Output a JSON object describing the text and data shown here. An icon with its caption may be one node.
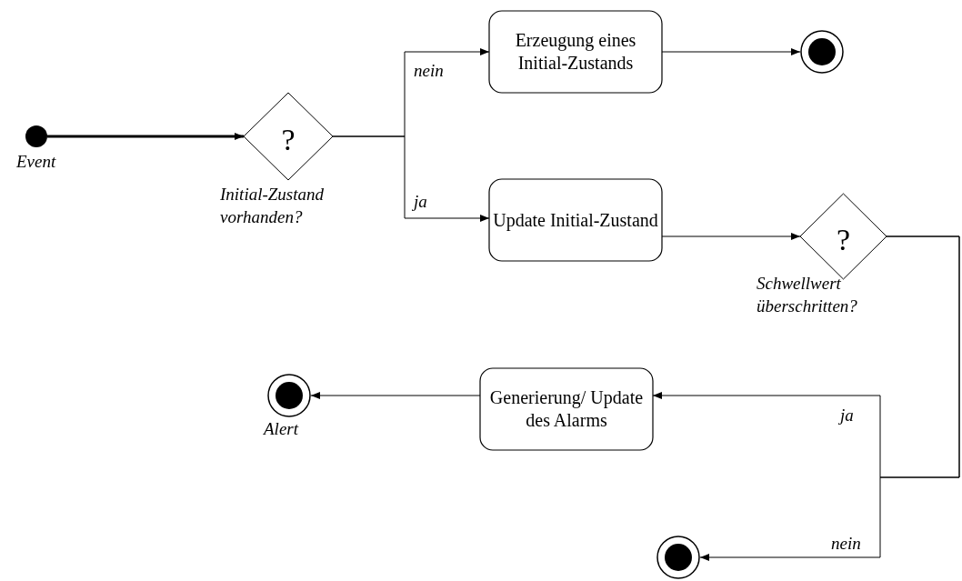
{
  "diagram": {
    "nodes": [
      {
        "text": [],
        "shape": "circle",
        "beside": [
          "Event"
        ]
      },
      {
        "text": [
          "?"
        ],
        "beside": [
          "Initial-Zustand vorhanden?"
        ]
      },
      {
        "text": [
          "Erzeugung eines Initial-Zustands"
        ]
      },
      {
        "text": [],
        "shape": "circle"
      },
      {
        "text": [
          "Update Initial-Zustand"
        ]
      },
      {
        "text": [
          "?"
        ],
        "beside": [
          "Schwellwert überschritten?"
        ]
      },
      {
        "text": [
          "Generierung/ Update des Alarms"
        ]
      },
      {
        "text": [],
        "shape": "circle",
        "beside": [
          "Alert"
        ]
      },
      {
        "text": [],
        "shape": "circle"
      }
    ],
    "edges": [
      {
        "from": 0,
        "to": 1,
        "arrow": "to",
        "style": "thick"
      },
      {
        "from": 1,
        "to": 2,
        "arrow": "to",
        "label": "nein"
      },
      {
        "from": 1,
        "to": 4,
        "arrow": "to",
        "label": "ja"
      },
      {
        "from": 2,
        "to": 3,
        "arrow": "to"
      },
      {
        "from": 4,
        "to": 5,
        "arrow": "to"
      },
      {
        "from": 5,
        "to": 6,
        "arrow": "to",
        "label": "ja"
      },
      {
        "from": 5,
        "to": 8,
        "arrow": "to",
        "label": "nein"
      },
      {
        "from": 6,
        "to": 7,
        "arrow": "to"
      }
    ]
  }
}
